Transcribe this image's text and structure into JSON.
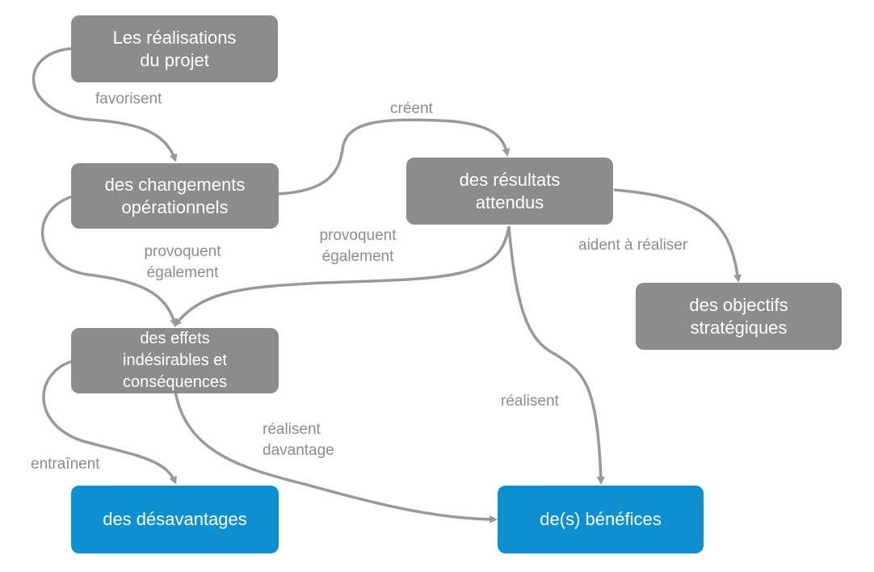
{
  "colors": {
    "grey_node": "#8c8c8c",
    "blue_node": "#0e8fcf",
    "arrow": "#999999",
    "label": "#8c8c8c"
  },
  "nodes": {
    "realisations": "Les réalisations\ndu projet",
    "changements": "des changements\nopérationnels",
    "resultats": "des résultats\nattendus",
    "objectifs": "des objectifs\nstratégiques",
    "effets": "des effets\nindésirables et\nconséquences",
    "desavantages": "des désavantages",
    "benefices": "de(s) bénéfices"
  },
  "edge_labels": {
    "favorisent": "favorisent",
    "creent": "créent",
    "aident": "aident à réaliser",
    "provoquent_left": "provoquent\négalement",
    "provoquent_right": "provoquent\négalement",
    "realisent": "réalisent",
    "realisent_davantage": "réalisent\ndavantage",
    "entrainent": "entraînent"
  }
}
